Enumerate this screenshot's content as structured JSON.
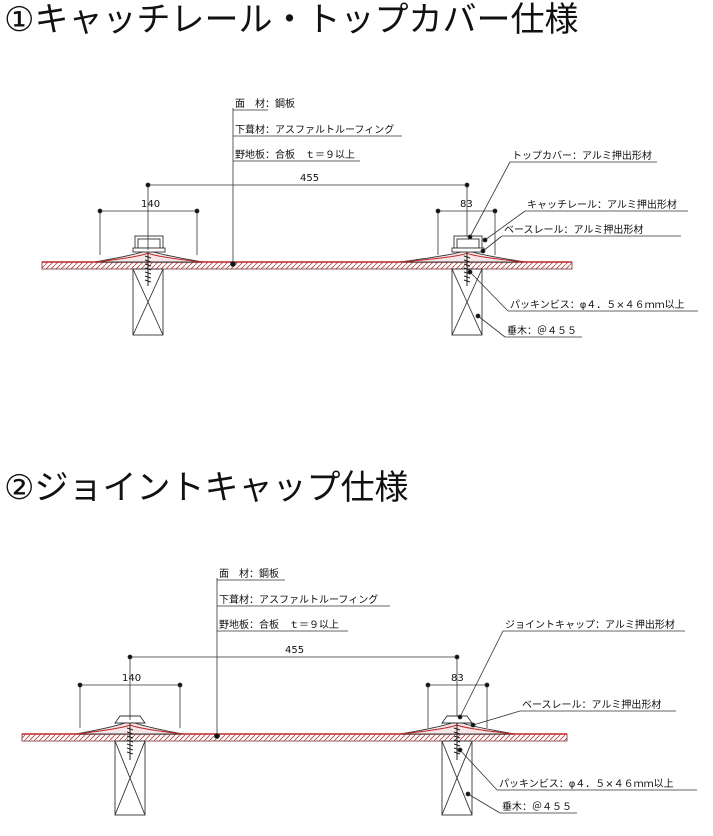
{
  "section1": {
    "heading": "①キャッチレール・トップカバー仕様",
    "labels": {
      "surface": "面　材：鋼板",
      "underlay": "下葺材：アスファルトルーフィング",
      "sheathing": "野地板：合板　ｔ＝９以上",
      "cover": "トップカバー：アルミ押出形材",
      "catch_rail": "キャッチレール：アルミ押出形材",
      "base_rail": "ベースレール：アルミ押出形材",
      "screw": "パッキンビス：φ４．５×４６ｍｍ以上",
      "rafter": "垂木：＠４５５"
    },
    "dims": {
      "pitch": "455",
      "left_width": "140",
      "right_width": "83"
    }
  },
  "section2": {
    "heading": "②ジョイントキャップ仕様",
    "labels": {
      "surface": "面　材：鋼板",
      "underlay": "下葺材：アスファルトルーフィング",
      "sheathing": "野地板：合板　ｔ＝９以上",
      "joint_cap": "ジョイントキャップ：アルミ押出形材",
      "base_rail": "ベースレール：アルミ押出形材",
      "screw": "パッキンビス：φ４．５×４６ｍｍ以上",
      "rafter": "垂木：＠４５５"
    },
    "dims": {
      "pitch": "455",
      "left_width": "140",
      "right_width": "83"
    }
  }
}
